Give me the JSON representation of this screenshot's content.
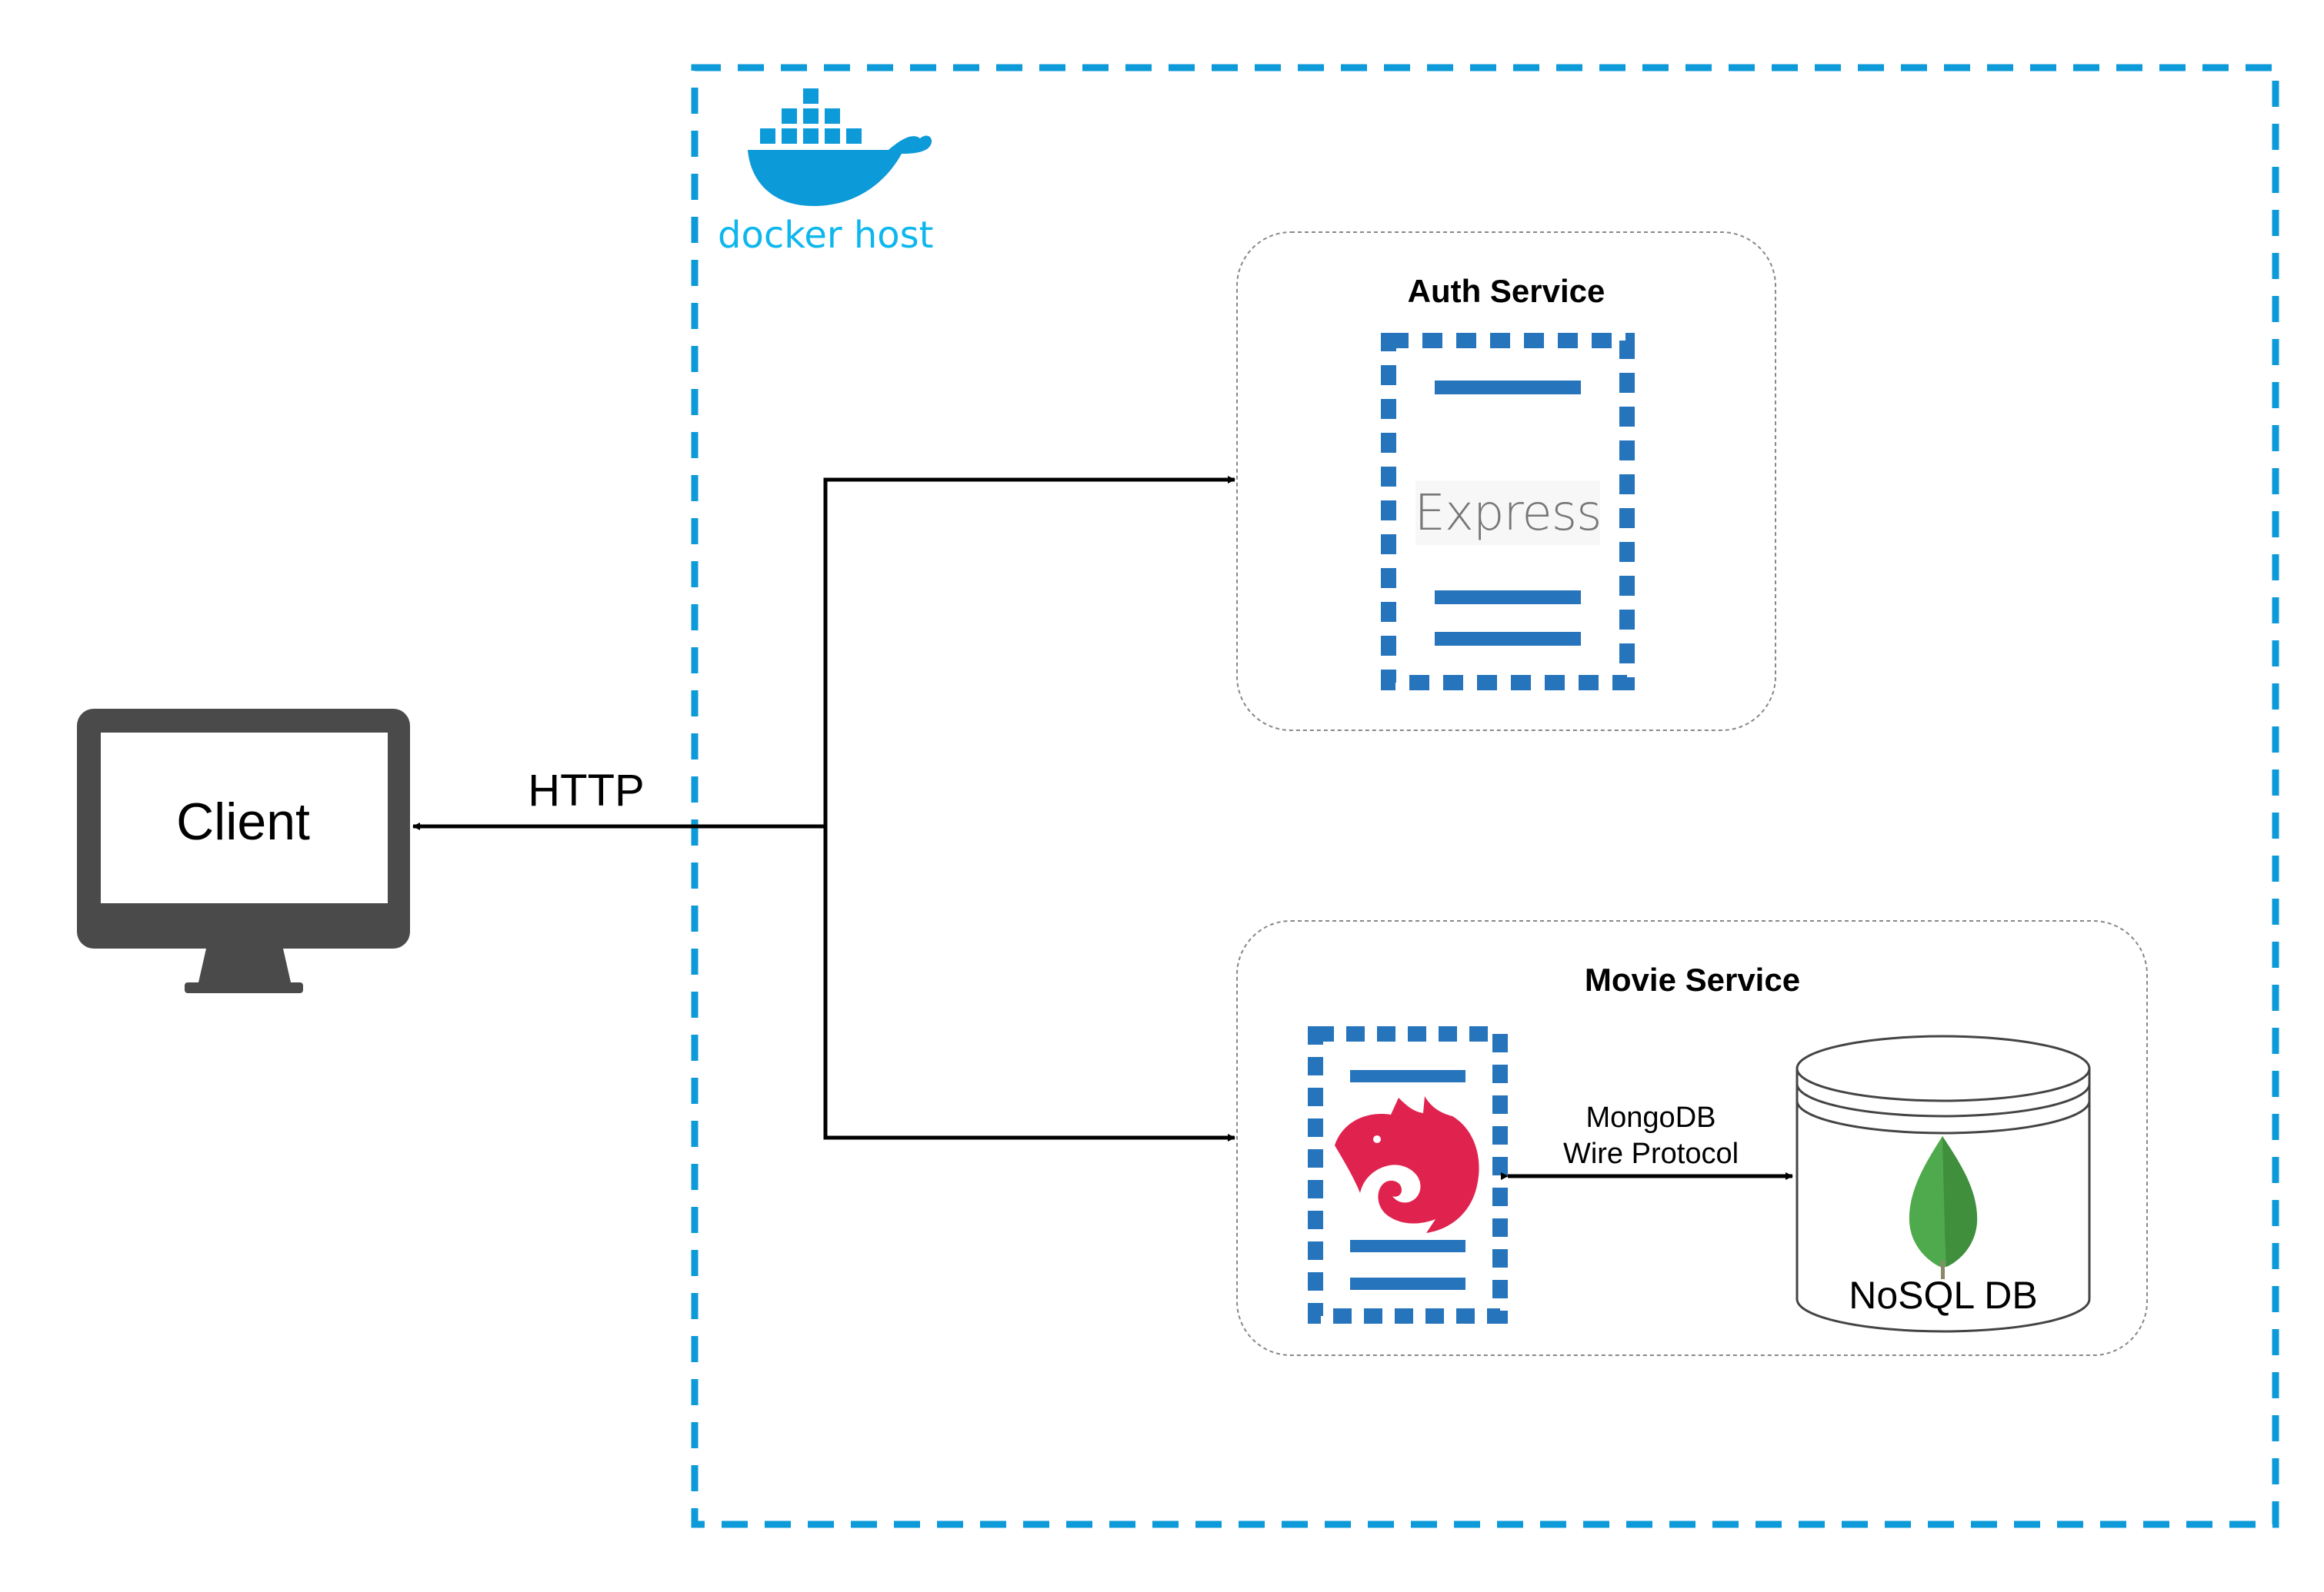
{
  "docker": {
    "label": "docker host",
    "color": "#0db7ed"
  },
  "client": {
    "label": "Client"
  },
  "connection": {
    "label": "HTTP"
  },
  "auth_service": {
    "title": "Auth Service",
    "framework": "Express"
  },
  "movie_service": {
    "title": "Movie Service",
    "protocol_line1": "MongoDB",
    "protocol_line2": "Wire Protocol",
    "database_label": "NoSQL DB"
  },
  "colors": {
    "server_blue": "#2674bb",
    "nest_red": "#e0234e",
    "mongo_green": "#4fa94d",
    "monitor_gray": "#4a4a4a"
  }
}
